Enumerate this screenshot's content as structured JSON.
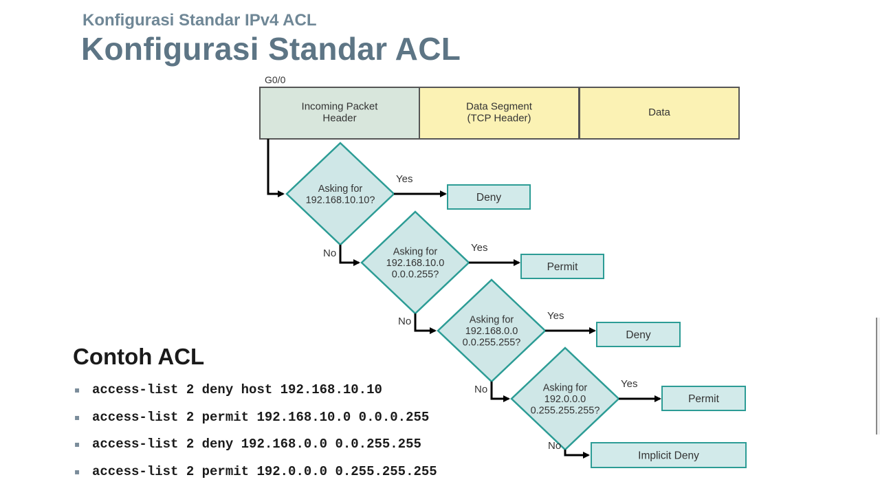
{
  "header": {
    "subtitle": "Konfigurasi Standar IPv4 ACL",
    "title": "Konfigurasi Standar ACL"
  },
  "diagram": {
    "interface_label": "G0/0",
    "packet": [
      {
        "lines": [
          "Incoming Packet",
          "Header"
        ],
        "color": "#d8e6dc"
      },
      {
        "lines": [
          "Data Segment",
          "(TCP Header)"
        ],
        "color": "#fbf2b4"
      },
      {
        "lines": [
          "Data"
        ],
        "color": "#fbf2b4"
      }
    ],
    "decisions": [
      {
        "lines": [
          "Asking for",
          "192.168.10.10?"
        ],
        "yes_label": "Yes",
        "no_label": "No",
        "outcome": "Deny"
      },
      {
        "lines": [
          "Asking for",
          "192.168.10.0",
          "0.0.0.255?"
        ],
        "yes_label": "Yes",
        "no_label": "No",
        "outcome": "Permit"
      },
      {
        "lines": [
          "Asking for",
          "192.168.0.0",
          "0.0.255.255?"
        ],
        "yes_label": "Yes",
        "no_label": "No",
        "outcome": "Deny"
      },
      {
        "lines": [
          "Asking for",
          "192.0.0.0",
          "0.255.255.255?"
        ],
        "yes_label": "Yes",
        "no_label": "No",
        "outcome": "Permit"
      }
    ],
    "final_outcome": "Implicit Deny",
    "colors": {
      "diamond_fill": "#cfe7e7",
      "diamond_stroke": "#2c9c95",
      "box_fill": "#d2eaea",
      "box_stroke": "#2c9c95",
      "arrow": "#000000",
      "text": "#333333"
    }
  },
  "example": {
    "heading": "Contoh ACL",
    "bullet": "▪",
    "items": [
      "access-list 2 deny host 192.168.10.10",
      "access-list 2 permit 192.168.10.0 0.0.0.255",
      "access-list 2 deny 192.168.0.0 0.0.255.255",
      "access-list 2 permit 192.0.0.0 0.255.255.255"
    ]
  }
}
